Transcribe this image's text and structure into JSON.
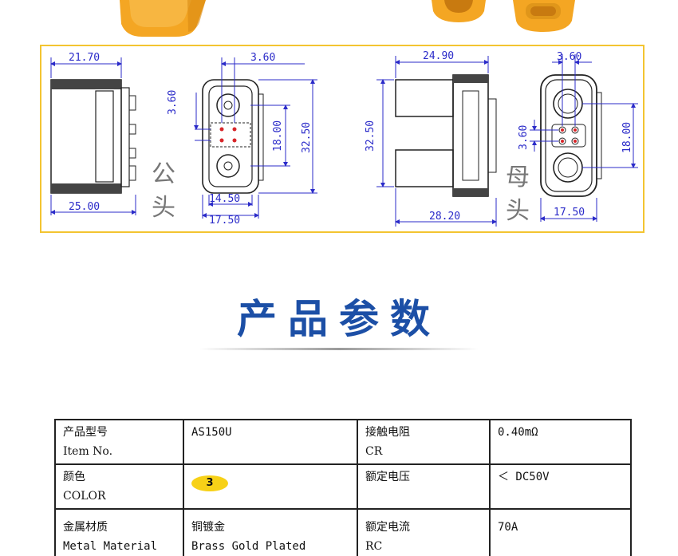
{
  "drawing": {
    "male": {
      "label_top": "公",
      "label_bottom": "头",
      "dims": {
        "side_top": "21.70",
        "side_bottom": "25.00",
        "front_top": "3.60",
        "front_left": "3.60",
        "front_inner": "18.00",
        "front_height": "32.50",
        "front_bottom_inner": "14.50",
        "front_bottom": "17.50"
      }
    },
    "female": {
      "label_top": "母",
      "label_bottom": "头",
      "dims": {
        "side_top": "24.90",
        "side_left": "32.50",
        "side_bottom": "28.20",
        "front_top": "3.60",
        "front_inner": "3.60",
        "front_right": "18.00",
        "front_bottom": "17.50"
      }
    }
  },
  "section": {
    "title": "产品参数"
  },
  "params": {
    "rows": [
      {
        "label_cn": "产品型号",
        "label_en": "Item No.",
        "value_cn": "AS150U",
        "value_en": "",
        "label2_cn": "接触电阻",
        "label2_en": "CR",
        "value2": "0.40mΩ"
      },
      {
        "label_cn": "颜色",
        "label_en": "COLOR",
        "badge": "3",
        "label2_cn": "额定电压",
        "label2_en": "",
        "value2": "＜ DC50V"
      },
      {
        "label_cn": "金属材质",
        "label_en": "Metal Material",
        "value_cn": "铜镀金",
        "value_en": "Brass Gold Plated",
        "label2_cn": "额定电流",
        "label2_en": "RC",
        "value2": "70A"
      }
    ]
  },
  "colors": {
    "dimension_blue": "#2b2bc9",
    "panel_border": "#f3c431",
    "title_blue": "#1c4fa6",
    "connector_orange": "#f4a623",
    "badge_yellow": "#f7d117"
  }
}
